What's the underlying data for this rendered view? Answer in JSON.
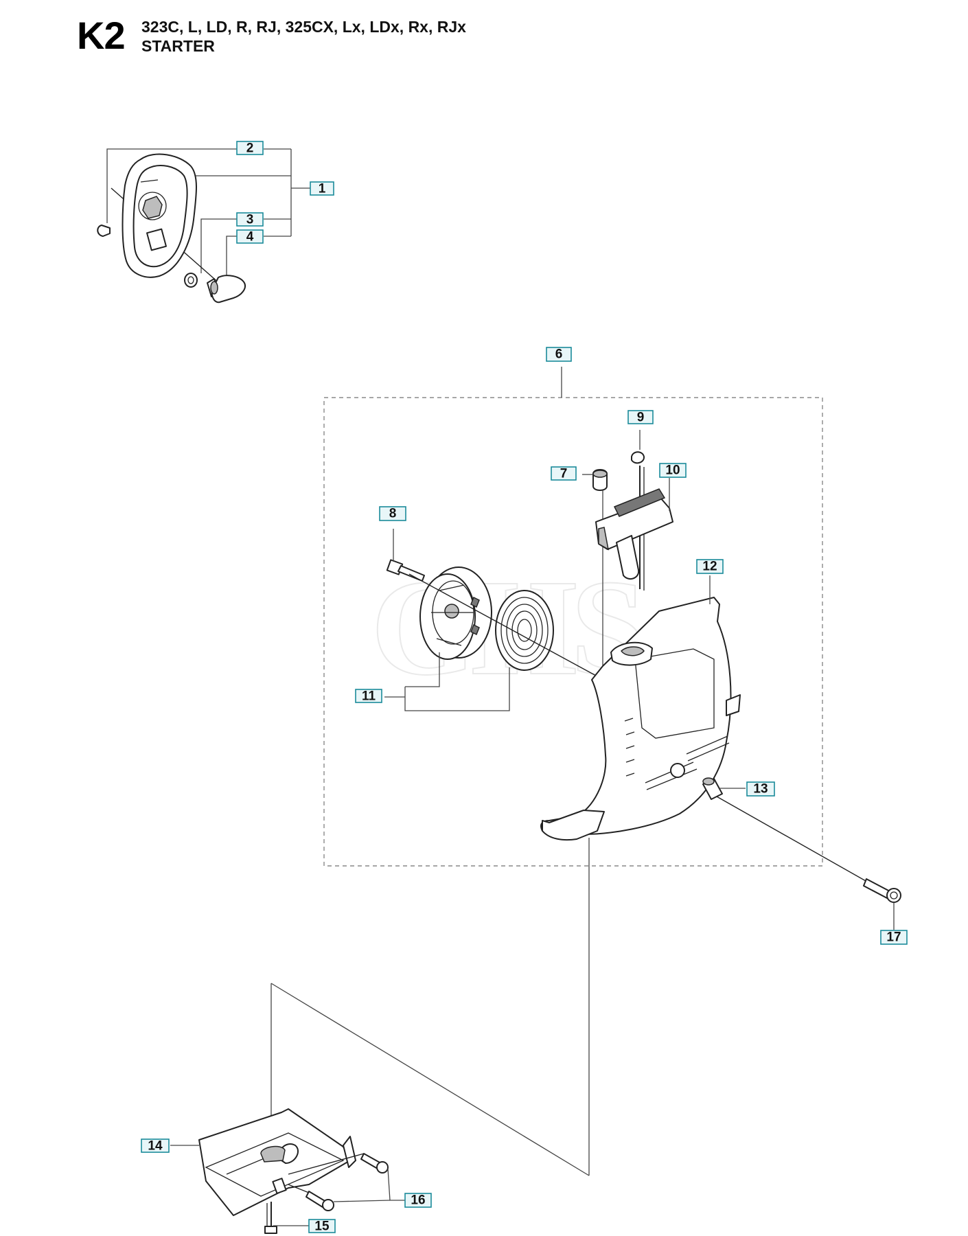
{
  "header": {
    "section_code": "K2",
    "models": "323C, L, LD, R, RJ, 325CX, Lx, LDx, Rx, RJx",
    "title": "STARTER"
  },
  "callouts": [
    {
      "id": "1",
      "label": "1"
    },
    {
      "id": "2",
      "label": "2"
    },
    {
      "id": "3",
      "label": "3"
    },
    {
      "id": "4",
      "label": "4"
    },
    {
      "id": "6",
      "label": "6"
    },
    {
      "id": "7",
      "label": "7"
    },
    {
      "id": "8",
      "label": "8"
    },
    {
      "id": "9",
      "label": "9"
    },
    {
      "id": "10",
      "label": "10"
    },
    {
      "id": "11",
      "label": "11"
    },
    {
      "id": "12",
      "label": "12"
    },
    {
      "id": "13",
      "label": "13"
    },
    {
      "id": "14",
      "label": "14"
    },
    {
      "id": "15",
      "label": "15"
    },
    {
      "id": "16",
      "label": "16"
    },
    {
      "id": "17",
      "label": "17"
    }
  ],
  "colors": {
    "callout_border": "#1a8a9a",
    "callout_fill": "#e8f6f8",
    "ink": "#222222"
  }
}
